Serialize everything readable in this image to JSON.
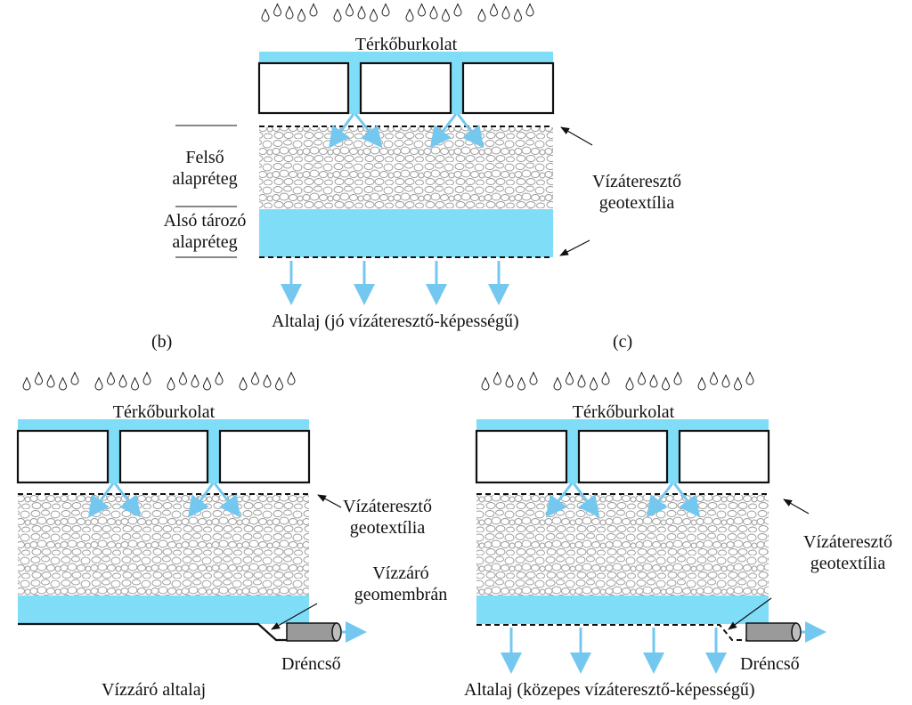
{
  "colors": {
    "water": "#7FDDF8",
    "water_arrow": "#74C8F0",
    "line": "#111111",
    "gravel": "#9a9a9a",
    "pipe": "#9a9a9a"
  },
  "icons": [
    "raindrop-icon",
    "flow-arrow-icon",
    "drain-pipe-icon",
    "pointer-arrow-icon"
  ],
  "top_panel": {
    "paving_label": "Térkőburkolat",
    "upper_base_label": [
      "Felső",
      "alapréteg"
    ],
    "lower_base_label": [
      "Alsó tározó",
      "alapréteg"
    ],
    "geotextile_label": [
      "Vízáteresztő",
      "geotextília"
    ],
    "subgrade_label": "Altalaj (jó vízáteresztő-képességű)"
  },
  "panel_tags": {
    "b": "(b)",
    "c": "(c)"
  },
  "left_panel": {
    "paving_label": "Térkőburkolat",
    "geotextile_label": [
      "Vízáteresztő",
      "geotextília"
    ],
    "membrane_label": [
      "Vízzáró",
      "geomembrán"
    ],
    "drain_label": "Dréncső",
    "subgrade_label": "Vízzáró altalaj"
  },
  "right_panel": {
    "paving_label": "Térkőburkolat",
    "geotextile_label": [
      "Vízáteresztő",
      "geotextília"
    ],
    "drain_label": "Dréncső",
    "subgrade_label": "Altalaj (közepes vízáteresztő-képességű)"
  }
}
